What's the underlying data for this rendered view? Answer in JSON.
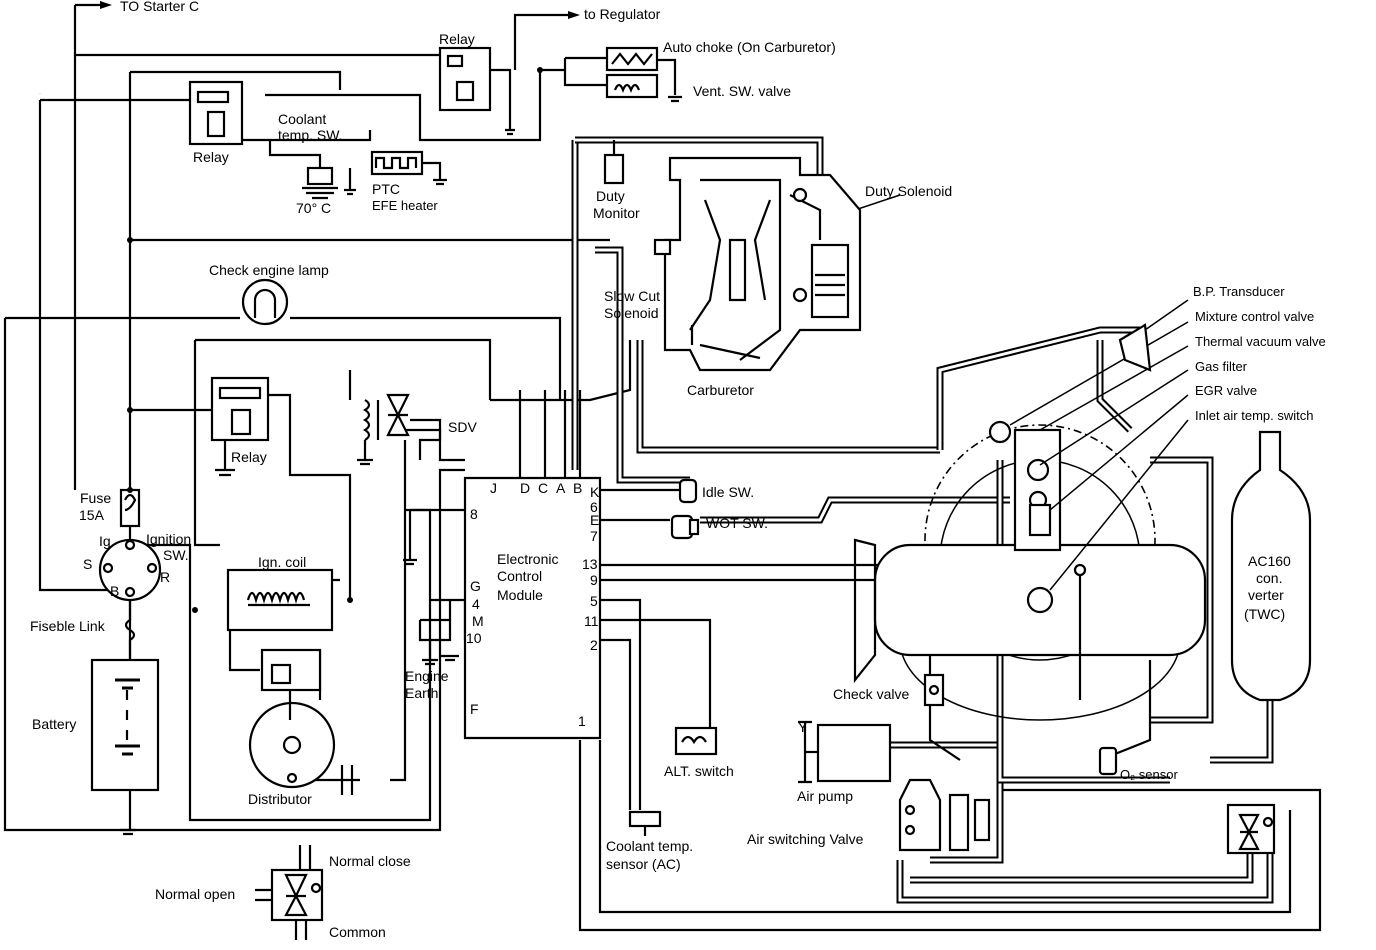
{
  "labels": {
    "to_starter": "TO Starter C",
    "to_regulator": "to Regulator",
    "relay_top": "Relay",
    "auto_choke": "Auto choke (On Carburetor)",
    "vent_sw_valve": "Vent. SW. valve",
    "coolant_temp_sw_1": "Coolant",
    "coolant_temp_sw_2": "temp. SW.",
    "relay_left": "Relay",
    "temp_70": "70° C",
    "ptc_1": "PTC",
    "ptc_2": "EFE heater",
    "duty_monitor_1": "Duty",
    "duty_monitor_2": "Monitor",
    "duty_solenoid": "Duty Solenoid",
    "check_engine_lamp": "Check engine lamp",
    "slow_cut_1": "Slow Cut",
    "slow_cut_2": "Solenoid",
    "carburetor": "Carburetor",
    "bp_transducer": "B.P. Transducer",
    "mixture_control": "Mixture control valve",
    "thermal_vacuum": "Thermal vacuum valve",
    "gas_filter": "Gas filter",
    "egr_valve": "EGR valve",
    "inlet_air_temp": "Inlet air temp. switch",
    "relay_mid": "Relay",
    "sdv": "SDV",
    "fuse_1": "Fuse",
    "fuse_2": "15A",
    "ig": "Ig",
    "ignition_1": "Ignition",
    "ignition_2": "SW.",
    "sw_s": "S",
    "sw_b": "B",
    "sw_r": "R",
    "ign_coil": "Ign. coil",
    "fusible_link": "Fiseble Link",
    "battery": "Battery",
    "distributor": "Distributor",
    "ecm_1": "Electronic",
    "ecm_2": "Control",
    "ecm_3": "Module",
    "pin_j": "J",
    "pin_d": "D",
    "pin_c": "C",
    "pin_a": "A",
    "pin_b": "B",
    "pin_k": "K",
    "pin_6": "6",
    "pin_e": "E",
    "pin_7": "7",
    "pin_8": "8",
    "pin_13": "13",
    "pin_9": "9",
    "pin_g": "G",
    "pin_4": "4",
    "pin_m": "M",
    "pin_10": "10",
    "pin_5": "5",
    "pin_11": "11",
    "pin_2": "2",
    "pin_f": "F",
    "pin_1": "1",
    "engine_earth_1": "Engine",
    "engine_earth_2": "Earth",
    "idle_sw": "Idle SW.",
    "wot_sw": "WOT SW.",
    "alt_switch": "ALT. switch",
    "coolant_sensor_1": "Coolant temp.",
    "coolant_sensor_2": "sensor (AC)",
    "check_valve": "Check valve",
    "air_pump": "Air pump",
    "air_switching": "Air switching Valve",
    "o2_sensor": "O₂ sensor",
    "ac160_1": "AC160",
    "ac160_2": "con.",
    "ac160_3": "verter",
    "ac160_4": "(TWC)",
    "normal_close": "Normal close",
    "normal_open": "Normal open",
    "common": "Common",
    "pump_y": "Y"
  }
}
